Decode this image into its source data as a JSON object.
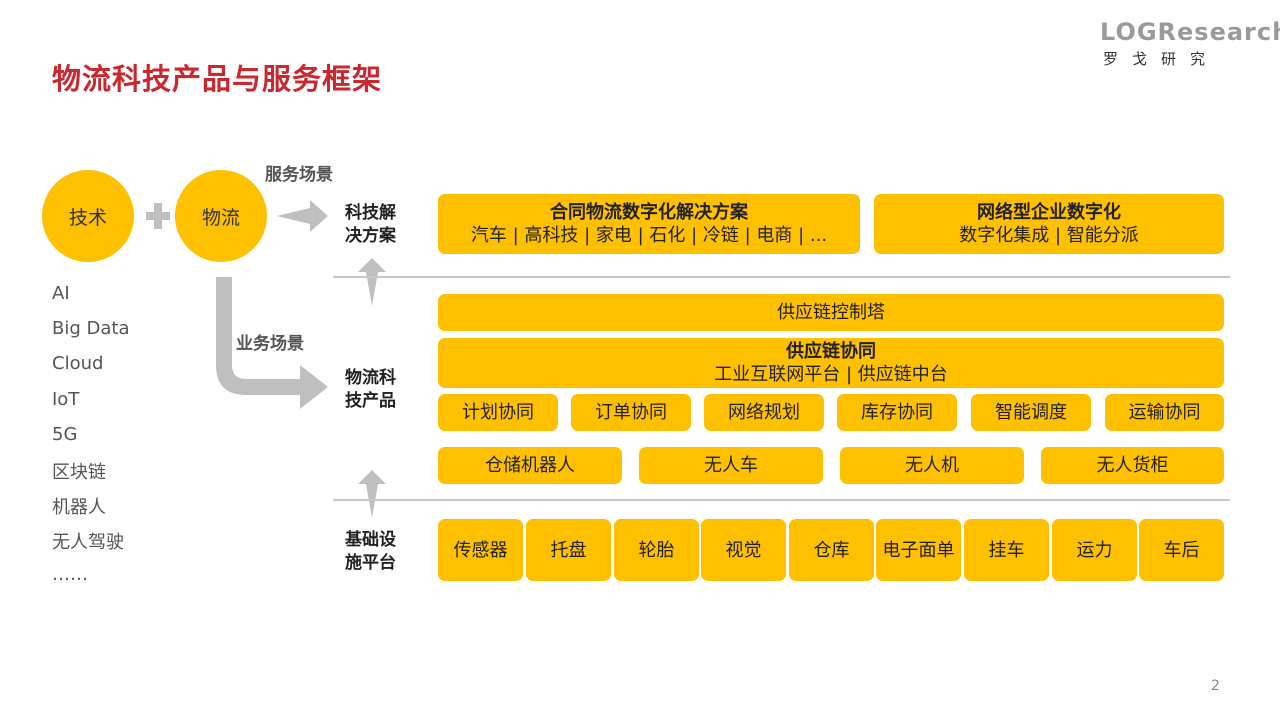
{
  "title": "物流科技产品与服务框架",
  "logo": {
    "en": "LOGResearch",
    "cn": "罗戈研究"
  },
  "circles": {
    "tech": "技术",
    "logistics": "物流"
  },
  "arrows": {
    "service": "服务场景",
    "business": "业务场景"
  },
  "tech_list": [
    "AI",
    "Big Data",
    "Cloud",
    "IoT",
    "5G",
    "区块链",
    "机器人",
    "无人驾驶",
    "……"
  ],
  "layers": {
    "solutions": "科技解决方案",
    "products": "物流科技产品",
    "infrastructure": "基础设施平台"
  },
  "solutions": [
    {
      "title": "合同物流数字化解决方案",
      "sub": "汽车 | 高科技 | 家电 | 石化 | 冷链 | 电商 | ..."
    },
    {
      "title": "网络型企业数字化",
      "sub": "数字化集成 | 智能分派"
    }
  ],
  "products": {
    "control_tower": "供应链控制塔",
    "collab": {
      "title": "供应链协同",
      "sub": "工业互联网平台 | 供应链中台"
    },
    "collab_items": [
      "计划协同",
      "订单协同",
      "网络规划",
      "库存协同",
      "智能调度",
      "运输协同"
    ],
    "robots": [
      "仓储机器人",
      "无人车",
      "无人机",
      "无人货柜"
    ]
  },
  "infrastructure": [
    "传感器",
    "托盘",
    "轮胎",
    "视觉",
    "仓库",
    "电子面单",
    "挂车",
    "运力",
    "车后"
  ],
  "page_number": "2",
  "colors": {
    "accent": "#FFC000",
    "title": "#C8282E",
    "arrow": "#BFBFBF"
  }
}
